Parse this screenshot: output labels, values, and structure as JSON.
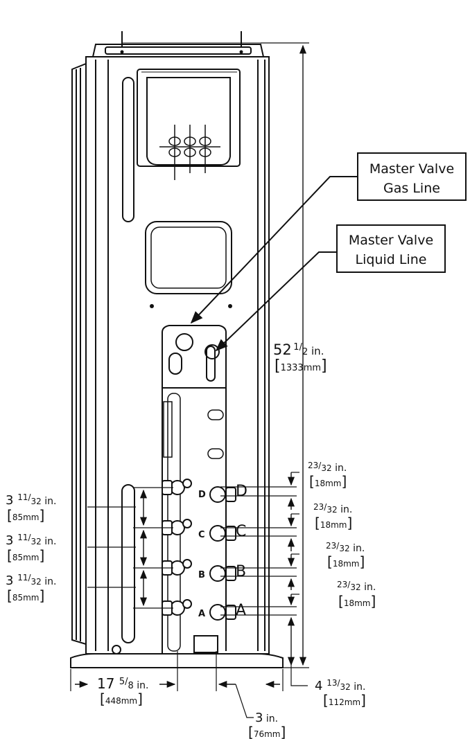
{
  "callouts": {
    "gas": {
      "line1": "Master Valve",
      "line2": "Gas Line"
    },
    "liquid": {
      "line1": "Master Valve",
      "line2": "Liquid Line"
    }
  },
  "port_labels": [
    "D",
    "C",
    "B",
    "A"
  ],
  "dimensions": {
    "height": {
      "whole": "52",
      "frac_num": "1",
      "frac_den": "2",
      "unit": "in.",
      "metric_value": "1333",
      "metric_unit": "mm"
    },
    "spacing_left": [
      {
        "whole": "3",
        "frac_num": "11",
        "frac_den": "32",
        "unit": "in.",
        "metric_value": "85",
        "metric_unit": "mm"
      },
      {
        "whole": "3",
        "frac_num": "11",
        "frac_den": "32",
        "unit": "in.",
        "metric_value": "85",
        "metric_unit": "mm"
      },
      {
        "whole": "3",
        "frac_num": "11",
        "frac_den": "32",
        "unit": "in.",
        "metric_value": "85",
        "metric_unit": "mm"
      }
    ],
    "offset_right": [
      {
        "frac_num": "23",
        "frac_den": "32",
        "unit": "in.",
        "metric_value": "18",
        "metric_unit": "mm"
      },
      {
        "frac_num": "23",
        "frac_den": "32",
        "unit": "in.",
        "metric_value": "18",
        "metric_unit": "mm"
      },
      {
        "frac_num": "23",
        "frac_den": "32",
        "unit": "in.",
        "metric_value": "18",
        "metric_unit": "mm"
      },
      {
        "frac_num": "23",
        "frac_den": "32",
        "unit": "in.",
        "metric_value": "18",
        "metric_unit": "mm"
      }
    ],
    "bottom_height": {
      "whole": "4",
      "frac_num": "13",
      "frac_den": "32",
      "unit": "in.",
      "metric_value": "112",
      "metric_unit": "mm"
    },
    "base_width": {
      "whole": "17",
      "frac_num": "5",
      "frac_den": "8",
      "unit": "in.",
      "metric_value": "448",
      "metric_unit": "mm"
    },
    "valve_offset": {
      "whole": "3",
      "unit": "in.",
      "metric_value": "76",
      "metric_unit": "mm"
    }
  }
}
